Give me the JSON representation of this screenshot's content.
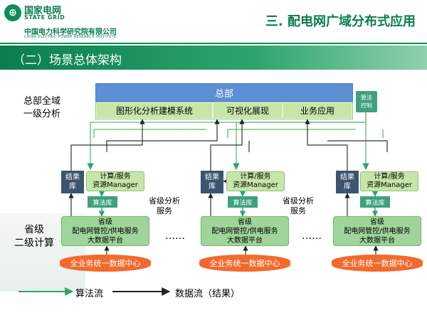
{
  "header": {
    "brand_cn": "国家电网",
    "brand_en": "STATE GRID",
    "org_cn": "中国电力科学研究院有限公司",
    "org_en": "CHINA ELECTRIC POWER RESEARCH INSTITUTE",
    "title": "三. 配电网广域分布式应用"
  },
  "section_title": "（二）场景总体架构",
  "levels": {
    "top": "总部全域\n一级分析",
    "province": "省级\n二级计算"
  },
  "hq": {
    "title": "总部",
    "modules": [
      "图形化分析建模系统",
      "可视化展现",
      "业务应用"
    ],
    "algo_control": "算法\n控制"
  },
  "province_units": [
    {
      "result_db": "结果\n库",
      "manager": "计算/服务\n资源Manager",
      "algo_lib": "算法库",
      "platform": "省级\n配电网管控/供电服务\n大数据平台",
      "datacenter": "全业务统一数据中心"
    },
    {
      "result_db": "结果\n库",
      "manager": "计算/服务\n资源Manager",
      "algo_lib": "算法库",
      "platform": "省级\n配电网管控/供电服务\n大数据平台",
      "datacenter": "全业务统一数据中心"
    },
    {
      "result_db": "结果\n库",
      "manager": "计算/服务\n资源Manager",
      "algo_lib": "算法库",
      "platform": "省级\n配电网管控/供电服务\n大数据平台",
      "datacenter": "全业务统一数据中心"
    }
  ],
  "province_service_label": "省级分析\n服务",
  "ellipsis": "……",
  "legend": {
    "algo_flow": "算法流",
    "data_flow": "数据流（结果）"
  },
  "colors": {
    "brand_green": "#0a7d4d",
    "hq_blue": "#5b8fd6",
    "module_green": "#c6e6a8",
    "unit_green": "#9fd49a",
    "datacenter_orange": "#f26a2e",
    "db_navy": "#3c5470",
    "algo_arrow": "#2ea56e"
  }
}
